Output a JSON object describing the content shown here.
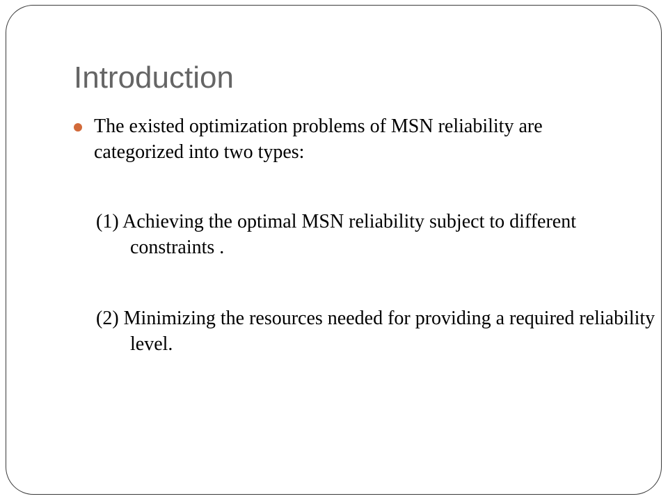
{
  "slide": {
    "title": "Introduction",
    "bullet": {
      "text": "The existed optimization problems of MSN reliability are categorized into two types:",
      "marker_color": "#d26a3a"
    },
    "sub_items": [
      {
        "text": "(1) Achieving the optimal MSN reliability subject to different constraints ."
      },
      {
        "text": "(2) Minimizing the resources needed for providing a required reliability level."
      }
    ]
  }
}
